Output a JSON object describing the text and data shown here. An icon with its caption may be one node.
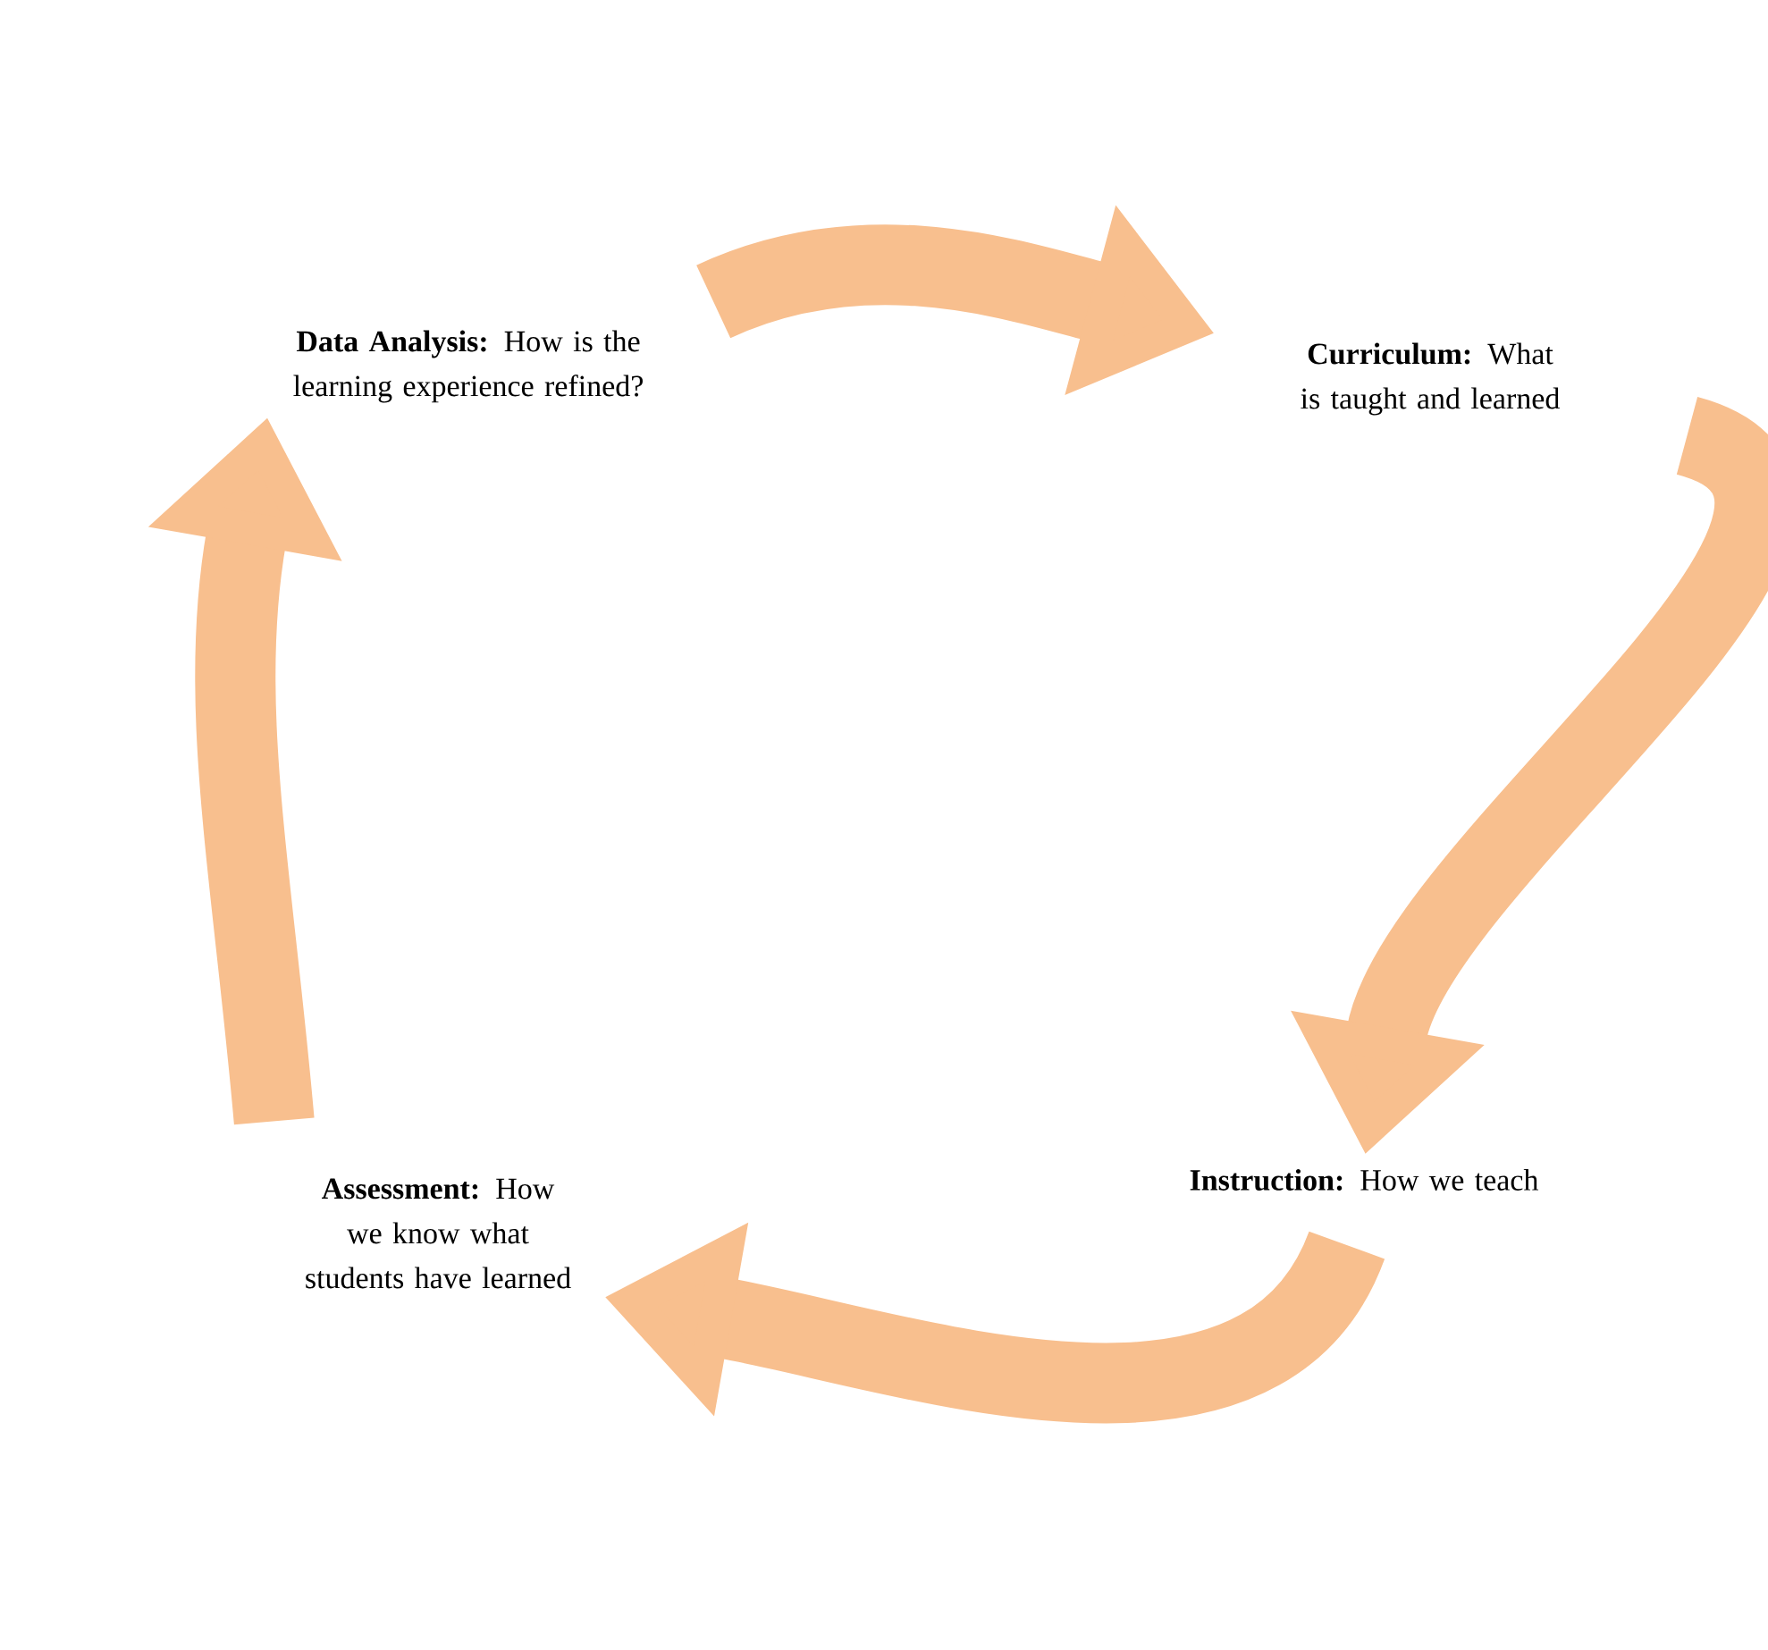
{
  "diagram": {
    "nodes": [
      {
        "text": [
          "**Data Analysis:** How is the learning experience refined?"
        ]
      },
      {
        "text": [
          "**Curriculum:** What is taught and learned"
        ]
      },
      {
        "text": [
          "**Instruction:** How we teach"
        ]
      },
      {
        "text": [
          "**Assessment:** How we know what students have learned"
        ]
      }
    ],
    "edges": [
      {
        "from": 0,
        "to": 1,
        "arrow": "to"
      },
      {
        "from": 1,
        "to": 2,
        "arrow": "to"
      },
      {
        "from": 2,
        "to": 3,
        "arrow": "to"
      },
      {
        "from": 3,
        "to": 0,
        "arrow": "to"
      }
    ]
  }
}
